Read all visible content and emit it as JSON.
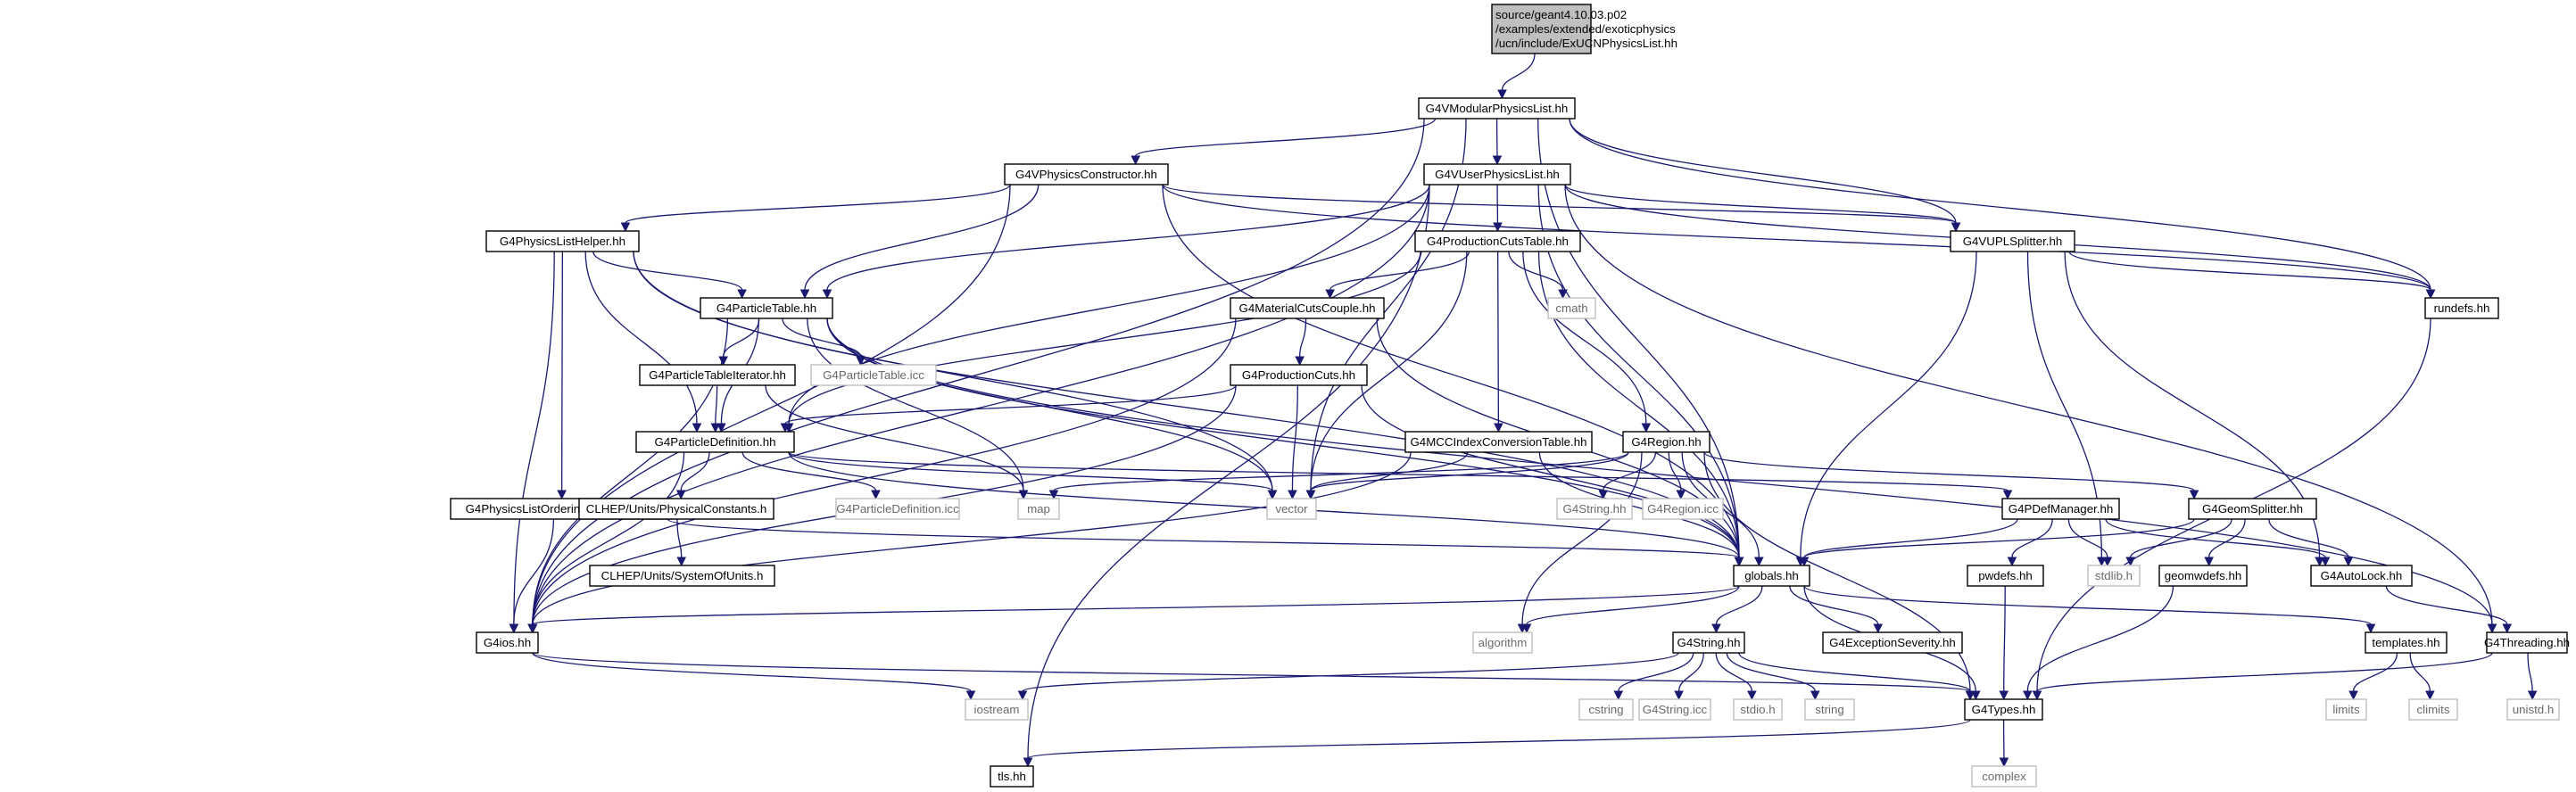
{
  "graph": {
    "nodes": [
      {
        "id": "root",
        "kind": "header",
        "lines": [
          "source/geant4.10.03.p02",
          "/examples/extended/exoticphysics",
          "/ucn/include/ExUCNPhysicsList.hh"
        ]
      },
      {
        "id": "vmod",
        "kind": "doc",
        "lines": [
          "G4VModularPhysicsList.hh"
        ]
      },
      {
        "id": "vphys",
        "kind": "doc",
        "lines": [
          "G4VPhysicsConstructor.hh"
        ]
      },
      {
        "id": "vuser",
        "kind": "doc",
        "lines": [
          "G4VUserPhysicsList.hh"
        ]
      },
      {
        "id": "plhelper",
        "kind": "doc",
        "lines": [
          "G4PhysicsListHelper.hh"
        ]
      },
      {
        "id": "prodcuts",
        "kind": "doc",
        "lines": [
          "G4ProductionCutsTable.hh"
        ]
      },
      {
        "id": "vupl",
        "kind": "doc",
        "lines": [
          "G4VUPLSplitter.hh"
        ]
      },
      {
        "id": "ptable",
        "kind": "doc",
        "lines": [
          "G4ParticleTable.hh"
        ]
      },
      {
        "id": "cmath",
        "kind": "sys",
        "lines": [
          "cmath"
        ]
      },
      {
        "id": "matcuts",
        "kind": "doc",
        "lines": [
          "G4MaterialCutsCouple.hh"
        ]
      },
      {
        "id": "rundefs",
        "kind": "doc",
        "lines": [
          "rundefs.hh"
        ]
      },
      {
        "id": "ptiter",
        "kind": "doc",
        "lines": [
          "G4ParticleTableIterator.hh"
        ]
      },
      {
        "id": "ptableicc",
        "kind": "sys",
        "lines": [
          "G4ParticleTable.icc"
        ]
      },
      {
        "id": "pcuts",
        "kind": "doc",
        "lines": [
          "G4ProductionCuts.hh"
        ]
      },
      {
        "id": "pdef",
        "kind": "doc",
        "lines": [
          "G4ParticleDefinition.hh"
        ]
      },
      {
        "id": "mccindex",
        "kind": "doc",
        "lines": [
          "G4MCCIndexConversionTable.hh"
        ]
      },
      {
        "id": "region",
        "kind": "doc",
        "lines": [
          "G4Region.hh"
        ]
      },
      {
        "id": "ordparam",
        "kind": "doc",
        "lines": [
          "G4PhysicsListOrderingParameter.hh"
        ]
      },
      {
        "id": "clhepconst",
        "kind": "doc",
        "lines": [
          "CLHEP/Units/PhysicalConstants.h"
        ]
      },
      {
        "id": "pdeficc",
        "kind": "sys",
        "lines": [
          "G4ParticleDefinition.icc"
        ]
      },
      {
        "id": "map",
        "kind": "sys",
        "lines": [
          "map"
        ]
      },
      {
        "id": "vector",
        "kind": "sys",
        "lines": [
          "vector"
        ]
      },
      {
        "id": "stringhh1",
        "kind": "sys",
        "lines": [
          "G4String.hh"
        ]
      },
      {
        "id": "regionicc",
        "kind": "sys",
        "lines": [
          "G4Region.icc"
        ]
      },
      {
        "id": "pdefmgr",
        "kind": "doc",
        "lines": [
          "G4PDefManager.hh"
        ]
      },
      {
        "id": "geomsplit",
        "kind": "doc",
        "lines": [
          "G4GeomSplitter.hh"
        ]
      },
      {
        "id": "clhepunits",
        "kind": "doc",
        "lines": [
          "CLHEP/Units/SystemOfUnits.h"
        ]
      },
      {
        "id": "globals",
        "kind": "doc",
        "lines": [
          "globals.hh"
        ]
      },
      {
        "id": "pwdefs",
        "kind": "doc",
        "lines": [
          "pwdefs.hh"
        ]
      },
      {
        "id": "stdlib",
        "kind": "sys",
        "lines": [
          "stdlib.h"
        ]
      },
      {
        "id": "geomwdefs",
        "kind": "doc",
        "lines": [
          "geomwdefs.hh"
        ]
      },
      {
        "id": "autolock",
        "kind": "doc",
        "lines": [
          "G4AutoLock.hh"
        ]
      },
      {
        "id": "ios",
        "kind": "doc",
        "lines": [
          "G4ios.hh"
        ]
      },
      {
        "id": "algorithm",
        "kind": "sys",
        "lines": [
          "algorithm"
        ]
      },
      {
        "id": "g4string",
        "kind": "doc",
        "lines": [
          "G4String.hh"
        ]
      },
      {
        "id": "exsev",
        "kind": "doc",
        "lines": [
          "G4ExceptionSeverity.hh"
        ]
      },
      {
        "id": "templates",
        "kind": "doc",
        "lines": [
          "templates.hh"
        ]
      },
      {
        "id": "threading",
        "kind": "doc",
        "lines": [
          "G4Threading.hh"
        ]
      },
      {
        "id": "iostream",
        "kind": "sys",
        "lines": [
          "iostream"
        ]
      },
      {
        "id": "cstring",
        "kind": "sys",
        "lines": [
          "cstring"
        ]
      },
      {
        "id": "stringicc",
        "kind": "sys",
        "lines": [
          "G4String.icc"
        ]
      },
      {
        "id": "stdio",
        "kind": "sys",
        "lines": [
          "stdio.h"
        ]
      },
      {
        "id": "string",
        "kind": "sys",
        "lines": [
          "string"
        ]
      },
      {
        "id": "types",
        "kind": "doc",
        "lines": [
          "G4Types.hh"
        ]
      },
      {
        "id": "limits",
        "kind": "sys",
        "lines": [
          "limits"
        ]
      },
      {
        "id": "climits",
        "kind": "sys",
        "lines": [
          "climits"
        ]
      },
      {
        "id": "unistd",
        "kind": "sys",
        "lines": [
          "unistd.h"
        ]
      },
      {
        "id": "complex",
        "kind": "sys",
        "lines": [
          "complex"
        ]
      },
      {
        "id": "tls",
        "kind": "doc",
        "lines": [
          "tls.hh"
        ]
      }
    ],
    "edges": [
      [
        "root",
        "vmod"
      ],
      [
        "vmod",
        "vphys"
      ],
      [
        "vmod",
        "vuser"
      ],
      [
        "vmod",
        "vupl"
      ],
      [
        "vmod",
        "rundefs"
      ],
      [
        "vmod",
        "ios"
      ],
      [
        "vmod",
        "vector"
      ],
      [
        "vmod",
        "globals"
      ],
      [
        "vphys",
        "plhelper"
      ],
      [
        "vphys",
        "ptable"
      ],
      [
        "vphys",
        "vupl"
      ],
      [
        "vphys",
        "rundefs"
      ],
      [
        "vphys",
        "ios"
      ],
      [
        "vphys",
        "globals"
      ],
      [
        "vuser",
        "prodcuts"
      ],
      [
        "vuser",
        "ptable"
      ],
      [
        "vuser",
        "pdef"
      ],
      [
        "vuser",
        "vupl"
      ],
      [
        "vuser",
        "rundefs"
      ],
      [
        "vuser",
        "threading"
      ],
      [
        "vuser",
        "ios"
      ],
      [
        "vuser",
        "tls"
      ],
      [
        "vuser",
        "globals"
      ],
      [
        "plhelper",
        "ptable"
      ],
      [
        "plhelper",
        "pdef"
      ],
      [
        "plhelper",
        "ordparam"
      ],
      [
        "plhelper",
        "ios"
      ],
      [
        "plhelper",
        "vector"
      ],
      [
        "plhelper",
        "globals"
      ],
      [
        "prodcuts",
        "matcuts"
      ],
      [
        "prodcuts",
        "mccindex"
      ],
      [
        "prodcuts",
        "region"
      ],
      [
        "prodcuts",
        "cmath"
      ],
      [
        "prodcuts",
        "pdef"
      ],
      [
        "prodcuts",
        "vector"
      ],
      [
        "prodcuts",
        "globals"
      ],
      [
        "vupl",
        "rundefs"
      ],
      [
        "vupl",
        "globals"
      ],
      [
        "vupl",
        "stdlib"
      ],
      [
        "vupl",
        "autolock"
      ],
      [
        "ptable",
        "ptiter"
      ],
      [
        "ptable",
        "ptableicc"
      ],
      [
        "ptable",
        "pdef"
      ],
      [
        "ptable",
        "map"
      ],
      [
        "ptable",
        "vector"
      ],
      [
        "ptable",
        "ios"
      ],
      [
        "ptable",
        "globals"
      ],
      [
        "ptable",
        "threading"
      ],
      [
        "matcuts",
        "pcuts"
      ],
      [
        "matcuts",
        "ios"
      ],
      [
        "matcuts",
        "globals"
      ],
      [
        "rundefs",
        "types"
      ],
      [
        "ptiter",
        "pdef"
      ],
      [
        "ptiter",
        "map"
      ],
      [
        "pcuts",
        "pdef"
      ],
      [
        "pcuts",
        "ios"
      ],
      [
        "pcuts",
        "vector"
      ],
      [
        "pcuts",
        "globals"
      ],
      [
        "pdef",
        "clhepconst"
      ],
      [
        "pdef",
        "pdeficc"
      ],
      [
        "pdef",
        "pdefmgr"
      ],
      [
        "pdef",
        "vector"
      ],
      [
        "pdef",
        "ios"
      ],
      [
        "pdef",
        "globals"
      ],
      [
        "mccindex",
        "vector"
      ],
      [
        "mccindex",
        "ios"
      ],
      [
        "mccindex",
        "globals"
      ],
      [
        "region",
        "map"
      ],
      [
        "region",
        "vector"
      ],
      [
        "region",
        "stringhh1"
      ],
      [
        "region",
        "regionicc"
      ],
      [
        "region",
        "geomsplit"
      ],
      [
        "region",
        "algorithm"
      ],
      [
        "region",
        "types"
      ],
      [
        "region",
        "globals"
      ],
      [
        "ordparam",
        "ios"
      ],
      [
        "ordparam",
        "globals"
      ],
      [
        "clhepconst",
        "clhepunits"
      ],
      [
        "pdefmgr",
        "pwdefs"
      ],
      [
        "pdefmgr",
        "stdlib"
      ],
      [
        "pdefmgr",
        "autolock"
      ],
      [
        "pdefmgr",
        "globals"
      ],
      [
        "geomsplit",
        "geomwdefs"
      ],
      [
        "geomsplit",
        "stdlib"
      ],
      [
        "geomsplit",
        "autolock"
      ],
      [
        "geomsplit",
        "globals"
      ],
      [
        "globals",
        "ios"
      ],
      [
        "globals",
        "algorithm"
      ],
      [
        "globals",
        "g4string"
      ],
      [
        "globals",
        "exsev"
      ],
      [
        "globals",
        "templates"
      ],
      [
        "globals",
        "types"
      ],
      [
        "pwdefs",
        "types"
      ],
      [
        "geomwdefs",
        "types"
      ],
      [
        "autolock",
        "threading"
      ],
      [
        "ios",
        "iostream"
      ],
      [
        "ios",
        "types"
      ],
      [
        "g4string",
        "iostream"
      ],
      [
        "g4string",
        "cstring"
      ],
      [
        "g4string",
        "stringicc"
      ],
      [
        "g4string",
        "stdio"
      ],
      [
        "g4string",
        "string"
      ],
      [
        "g4string",
        "types"
      ],
      [
        "templates",
        "limits"
      ],
      [
        "templates",
        "climits"
      ],
      [
        "threading",
        "types"
      ],
      [
        "threading",
        "unistd"
      ],
      [
        "types",
        "complex"
      ],
      [
        "types",
        "tls"
      ]
    ]
  }
}
